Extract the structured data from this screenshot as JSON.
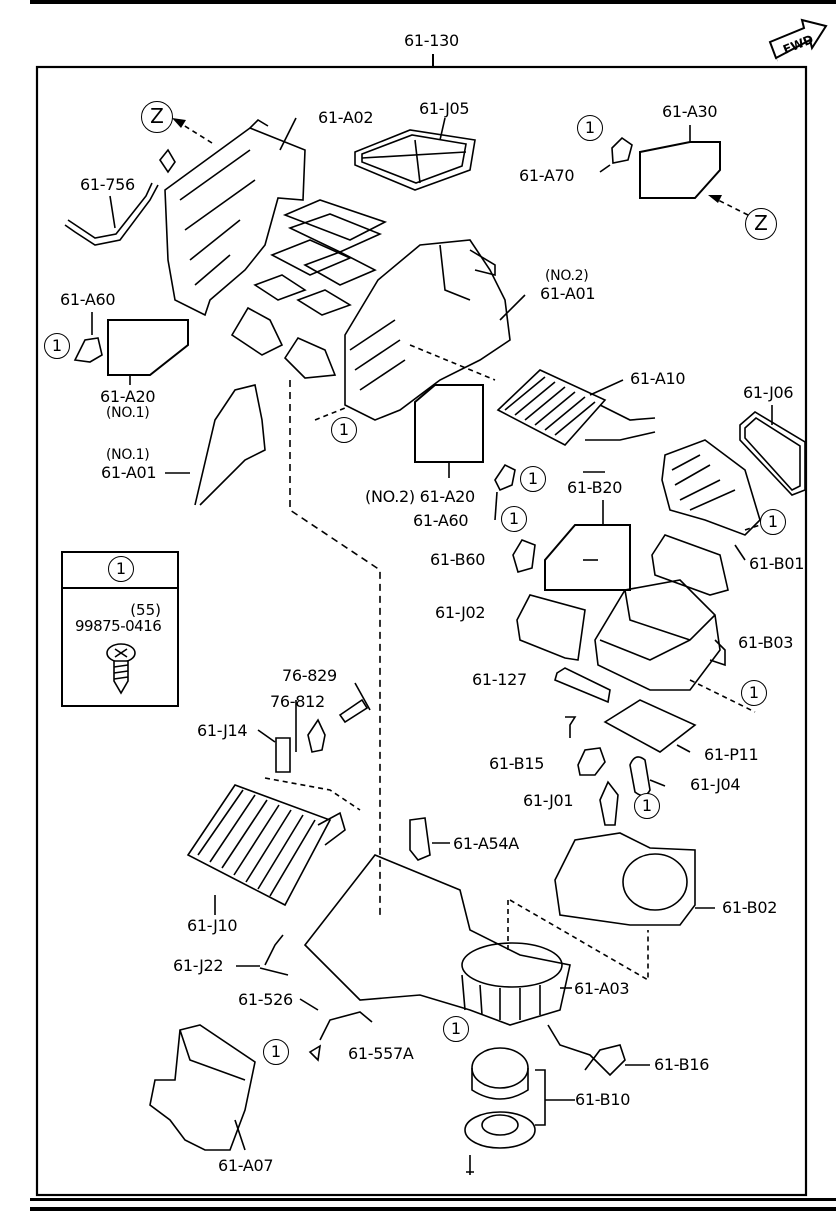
{
  "title_part": "61-130",
  "direction_badge": "FWD",
  "view_marker": "Z",
  "ref_marker": "1",
  "legend": {
    "marker": "1",
    "quantity": "(55)",
    "part_number": "99875-0416",
    "icon": "screw-icon"
  },
  "labels": {
    "a02": "61-A02",
    "j05": "61-J05",
    "a30": "61-A30",
    "a70": "61-A70",
    "p756": "61-756",
    "a60_left": "61-A60",
    "a20_left": "61-A20",
    "a20_left_note": "(NO.1)",
    "a01_left_note": "(NO.1)",
    "a01_left": "61-A01",
    "a01_right_note": "(NO.2)",
    "a01_right": "61-A01",
    "a10": "61-A10",
    "j06": "61-J06",
    "a20_right": "(NO.2) 61-A20",
    "a60_right": "61-A60",
    "b20": "61-B20",
    "b60": "61-B60",
    "b01": "61-B01",
    "j02": "61-J02",
    "b03": "61-B03",
    "p127": "61-127",
    "p11": "61-P11",
    "b15": "61-B15",
    "j04": "61-J04",
    "j01": "61-J01",
    "p829": "76-829",
    "p812": "76-812",
    "j14": "61-J14",
    "a54a": "61-A54A",
    "j10": "61-J10",
    "b02": "61-B02",
    "j22": "61-J22",
    "a03": "61-A03",
    "p526": "61-526",
    "p557a": "61-557A",
    "b16": "61-B16",
    "b10": "61-B10",
    "a07": "61-A07"
  }
}
